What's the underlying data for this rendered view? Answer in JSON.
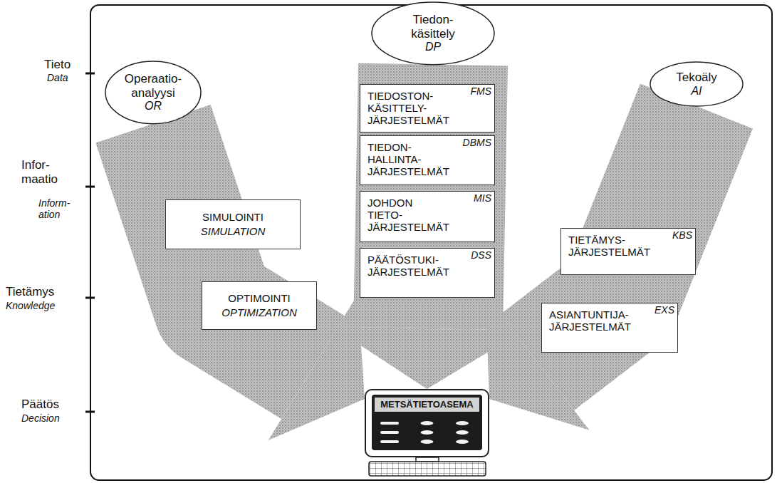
{
  "diagram": {
    "nodes": [
      {
        "text": [
          "Operaatio- analyysi",
          "OR"
        ]
      },
      {
        "text": [
          "Tiedon- käsittely",
          "DP"
        ]
      },
      {
        "text": [
          "Tekoäly",
          "AI"
        ]
      },
      {
        "text": [
          "SIMULOINTI",
          "SIMULATION"
        ]
      },
      {
        "text": [
          "OPTIMOINTI",
          "OPTIMIZATION"
        ]
      },
      {
        "text": [
          "TIEDOSTON- KÄSITTELY- JÄRJESTELMÄT",
          "FMS"
        ]
      },
      {
        "text": [
          "TIEDON- HALLINTA- JÄRJESTELMÄT",
          "DBMS"
        ]
      },
      {
        "text": [
          "JOHDON TIETO- JÄRJESTELMÄT",
          "MIS"
        ]
      },
      {
        "text": [
          "PÄÄTÖSTUKI- JÄRJESTELMÄT",
          "DSS"
        ]
      },
      {
        "text": [
          "TIETÄMYS- JÄRJESTELMÄT",
          "KBS"
        ]
      },
      {
        "text": [
          "ASIANTUNTIJA- JÄRJESTELMÄT",
          "EXS"
        ]
      },
      {
        "text": [
          "METSÄTIETOASEMA"
        ]
      }
    ],
    "edges": [
      {
        "from": 0,
        "to": 11,
        "arrow": "to"
      },
      {
        "from": 1,
        "to": 11,
        "arrow": "to"
      },
      {
        "from": 2,
        "to": 11,
        "arrow": "to"
      }
    ],
    "labels": [
      "Tieto",
      "Data",
      "Infor- maatio",
      "Inform- ation",
      "Tietämys",
      "Knowledge",
      "Päätös",
      "Decision"
    ]
  }
}
